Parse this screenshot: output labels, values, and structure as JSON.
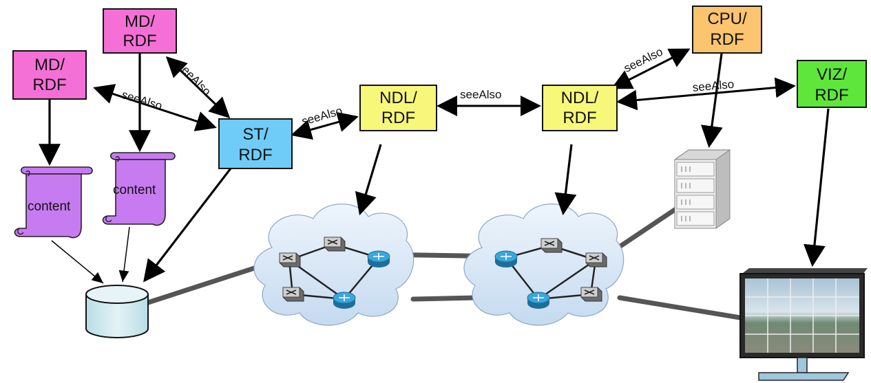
{
  "documents": {
    "md_top": {
      "line1": "MD/",
      "line2": "RDF",
      "color": "#f570d6"
    },
    "md_left": {
      "line1": "MD/",
      "line2": "RDF",
      "color": "#f570d6"
    },
    "st": {
      "line1": "ST/",
      "line2": "RDF",
      "color": "#6fcbf7"
    },
    "ndl_a": {
      "line1": "NDL/",
      "line2": "RDF",
      "color": "#f7f77a"
    },
    "ndl_b": {
      "line1": "NDL/",
      "line2": "RDF",
      "color": "#f7f77a"
    },
    "cpu": {
      "line1": "CPU/",
      "line2": "RDF",
      "color": "#fbc46e"
    },
    "viz": {
      "line1": "VIZ/",
      "line2": "RDF",
      "color": "#5fe63a"
    }
  },
  "content_scrolls": {
    "left": {
      "label": "content",
      "color": "#c77bf0"
    },
    "right": {
      "label": "content",
      "color": "#c77bf0"
    }
  },
  "edge_labels": {
    "md_left_st": "seeAlso",
    "md_top_st": "seeAlso",
    "st_ndl": "seeAlso",
    "ndl_ndl": "seeAlso",
    "ndl_cpu": "seeAlso",
    "ndl_viz": "seeAlso"
  },
  "colors": {
    "cloud": "#d6e6f7",
    "database": "#cfe9ef",
    "router": "#2f93c9",
    "link": "#555555",
    "arrow": "#000000"
  },
  "icons": {
    "database": "database-icon",
    "server": "server-rack-icon",
    "display": "tiled-display-icon",
    "router": "router-icon",
    "switch": "switch-icon",
    "cloud": "network-cloud-icon"
  }
}
